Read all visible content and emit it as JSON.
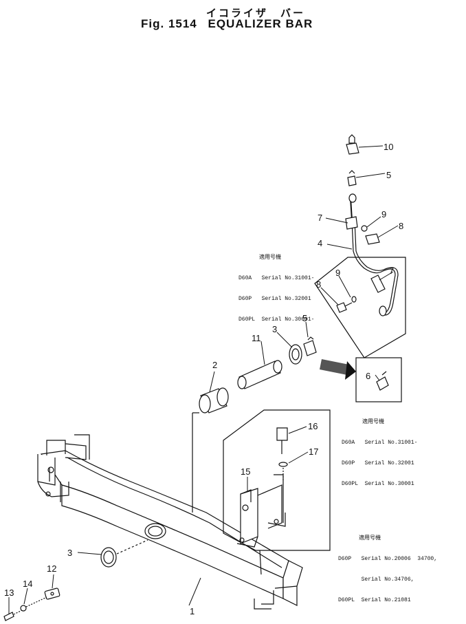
{
  "title": {
    "jp": "イコライザ　バー",
    "fig": "Fig. 1514",
    "name": "EQUALIZER BAR"
  },
  "callouts": {
    "p1": "1",
    "p2": "2",
    "p3a": "3",
    "p3b": "3",
    "p4": "4",
    "p5a": "5",
    "p5b": "5",
    "p6": "6",
    "p7a": "7",
    "p7b": "7",
    "p8a": "8",
    "p8b": "8",
    "p9a": "9",
    "p9b": "9",
    "p10": "10",
    "p11": "11",
    "p12": "12",
    "p13": "13",
    "p14": "14",
    "p15": "15",
    "p16": "16",
    "p17": "17"
  },
  "notes": {
    "upper": {
      "header": "適用号機",
      "lines": [
        "D60A   Serial No.31001-",
        "D60P   Serial No.32001",
        "D60PL  Serial No.30001-"
      ]
    },
    "middle": {
      "header": "適用号機",
      "lines": [
        "D60A   Serial No.31001-",
        "D60P   Serial No.32001",
        "D60PL  Serial No.30001"
      ]
    },
    "lower": {
      "header": "適用号機",
      "lines": [
        "D60P   Serial No.20006  34700,",
        "       Serial No.34706,",
        "D60PL  Serial No.21081"
      ]
    }
  }
}
